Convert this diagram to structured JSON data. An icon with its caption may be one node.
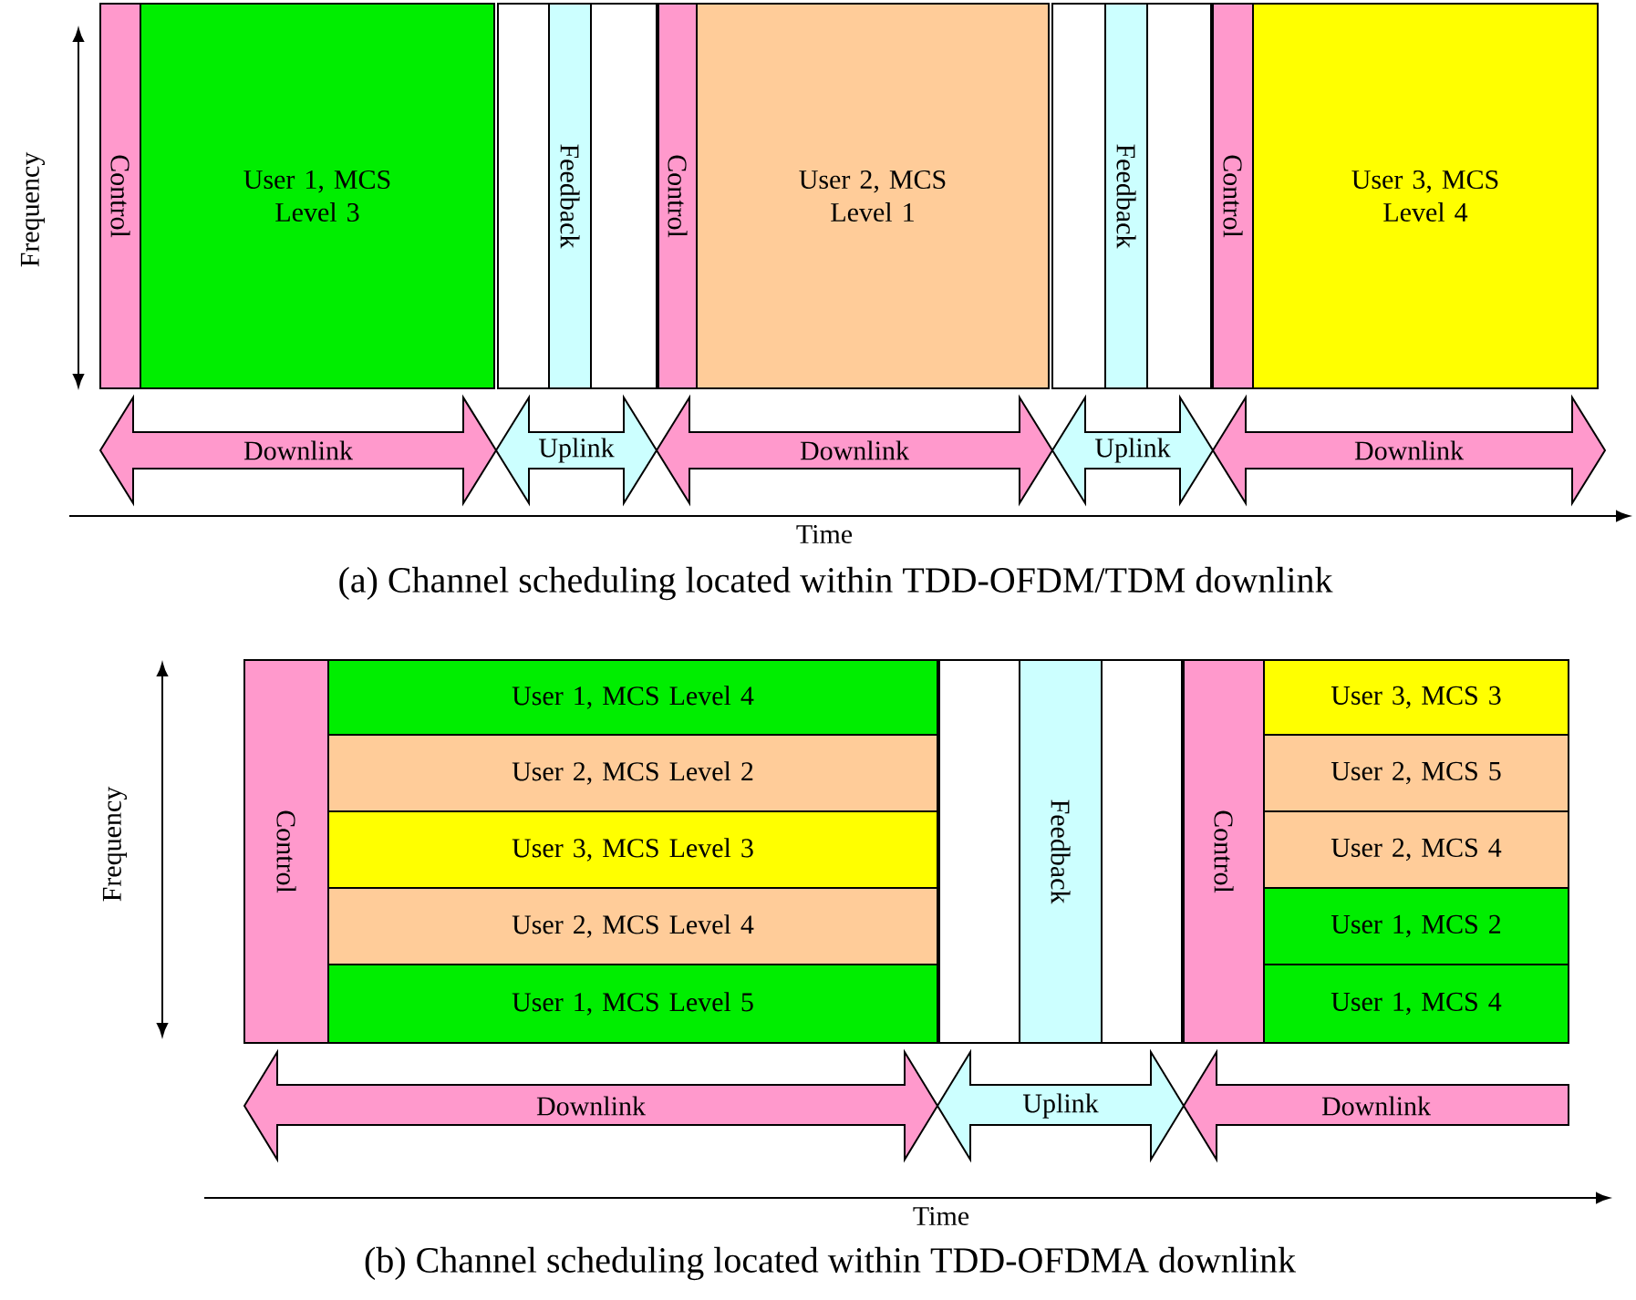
{
  "diagram": {
    "nodes": [
      {
        "text": [
          "Control"
        ]
      },
      {
        "text": [
          "User 1, MCS Level 3"
        ]
      },
      {
        "text": [],
        "shape": "box"
      },
      {
        "text": [
          "Feedback"
        ]
      },
      {
        "text": [],
        "shape": "box"
      },
      {
        "text": [
          "Control"
        ]
      },
      {
        "text": [
          "User 2, MCS Level 1"
        ]
      },
      {
        "text": [],
        "shape": "box"
      },
      {
        "text": [
          "Feedback"
        ]
      },
      {
        "text": [],
        "shape": "box"
      },
      {
        "text": [
          "Control"
        ]
      },
      {
        "text": [
          "User 3, MCS Level 4"
        ]
      },
      {
        "text": [
          "Downlink"
        ]
      },
      {
        "text": [
          "Uplink"
        ]
      },
      {
        "text": [
          "Downlink"
        ]
      },
      {
        "text": [
          "Uplink"
        ]
      },
      {
        "text": [
          "Downlink"
        ]
      },
      {
        "text": [
          "Control"
        ]
      },
      {
        "text": [
          "User 1, MCS Level 4"
        ]
      },
      {
        "text": [
          "User 2, MCS Level 2"
        ]
      },
      {
        "text": [
          "User 3, MCS Level 3"
        ]
      },
      {
        "text": [
          "User 2, MCS Level 4"
        ]
      },
      {
        "text": [
          "User 1, MCS Level 5"
        ]
      },
      {
        "text": [],
        "shape": "box"
      },
      {
        "text": [
          "Feedback"
        ]
      },
      {
        "text": [],
        "shape": "box"
      },
      {
        "text": [
          "Control"
        ]
      },
      {
        "text": [
          "User 3, MCS 3"
        ]
      },
      {
        "text": [
          "User 2, MCS 5"
        ]
      },
      {
        "text": [
          "User 2, MCS 4"
        ]
      },
      {
        "text": [
          "User 1, MCS 2"
        ]
      },
      {
        "text": [
          "User 1, MCS 4"
        ]
      },
      {
        "text": [
          "Downlink"
        ]
      },
      {
        "text": [
          "Uplink"
        ]
      },
      {
        "text": [
          "Downlink"
        ]
      }
    ],
    "labels": [
      "Frequency",
      "Time",
      "(a) Channel scheduling located within TDD-OFDM/TDM downlink",
      "Frequency",
      "Time",
      "(b) Channel scheduling located within TDD-OFDMA downlink"
    ]
  }
}
